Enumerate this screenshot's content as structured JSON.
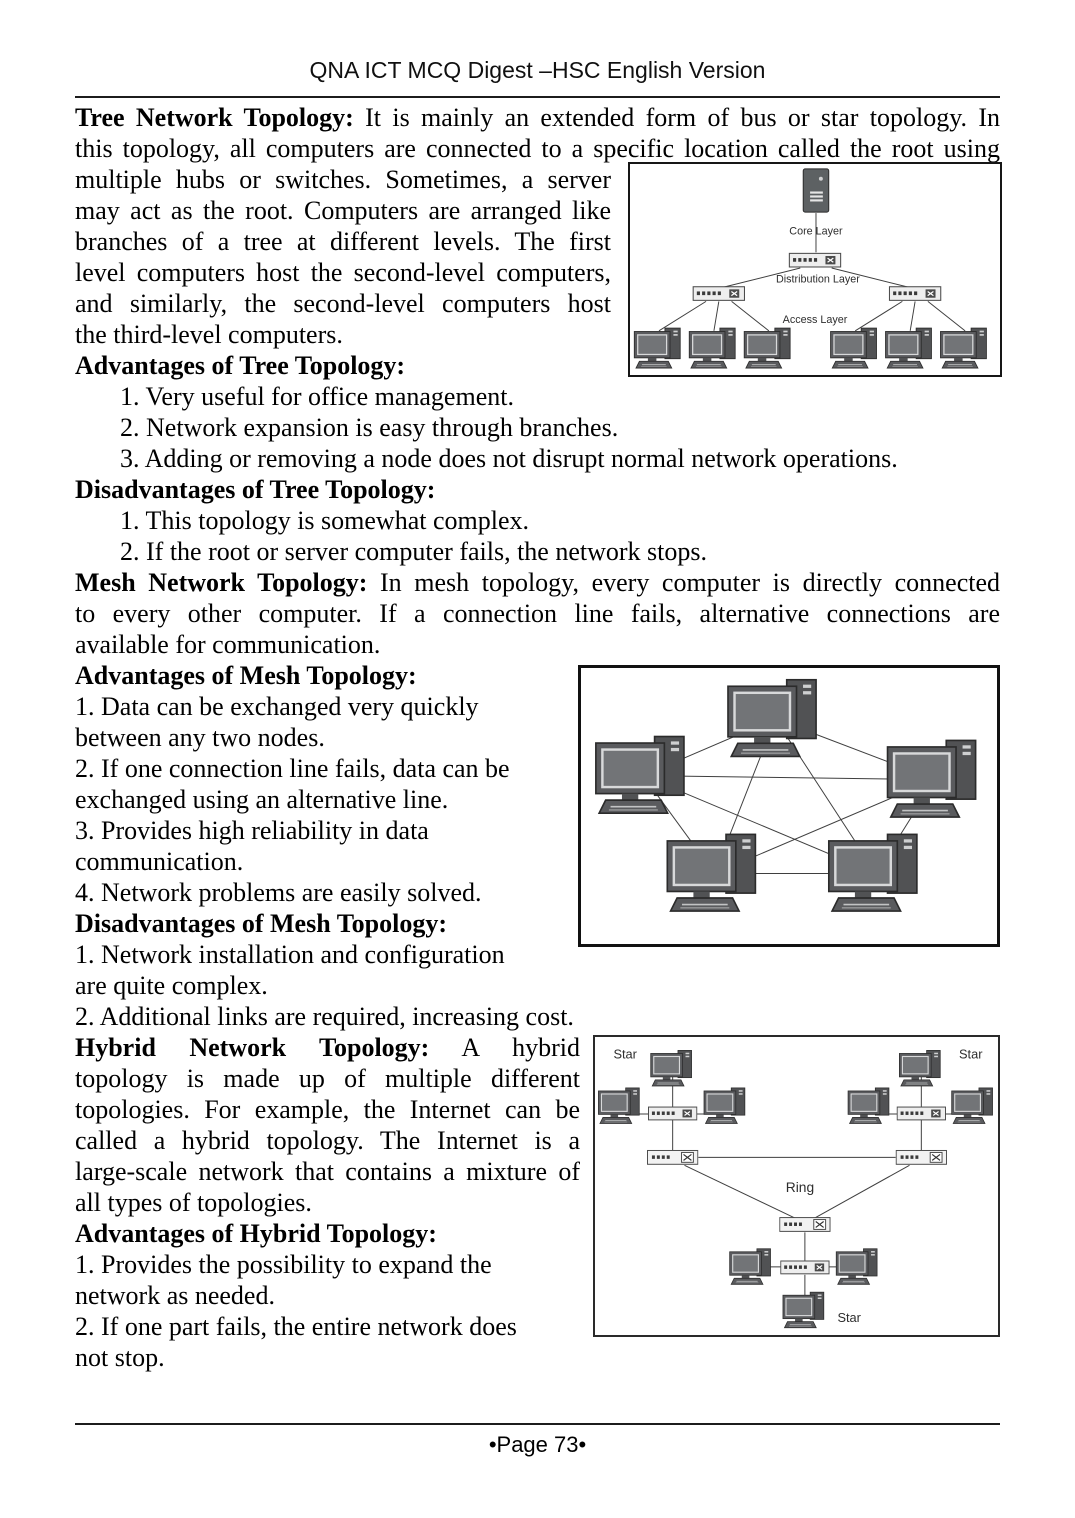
{
  "header": {
    "title": "QNA ICT MCQ Digest –HSC English Version"
  },
  "tree_section": {
    "lead_bold": "Tree Network Topology:",
    "lead_rest": " It is mainly an extended form of bus or star topology. In",
    "intro_line2": "this topology, all computers are connected to a specific location called the root using",
    "wrapped_lines": [
      "multiple hubs or switches. Sometimes, a server",
      "may act as the root. Computers are arranged like",
      "branches of a tree at different levels. The first",
      "level computers host the second-level computers,",
      "and similarly, the second-level computers host",
      "the third-level computers."
    ],
    "advantages_heading": "Advantages of Tree Topology:",
    "advantages": [
      "1. Very useful for office management.",
      "2. Network expansion is easy through branches.",
      "3. Adding or removing a node does not disrupt normal network operations."
    ],
    "disadvantages_heading": "Disadvantages of Tree Topology:",
    "disadvantages": [
      "1. This topology is somewhat complex.",
      "2. If the root or server computer fails, the network stops."
    ]
  },
  "mesh_section": {
    "lead_bold": "Mesh Network Topology:",
    "intro_lines": [
      " In mesh topology, every computer is directly connected",
      "to every other computer. If a connection line fails, alternative connections are",
      "available for communication."
    ],
    "advantages_heading": "Advantages of Mesh Topology:",
    "advantage_lines": [
      "1. Data can be exchanged very quickly",
      "between any two nodes.",
      "2. If one connection line fails, data can be",
      "exchanged using an alternative line.",
      "3. Provides high reliability in data",
      "communication.",
      "4. Network problems are easily solved."
    ],
    "disadvantages_heading": "Disadvantages of Mesh Topology:",
    "disadvantage_lines": [
      "1. Network installation and configuration",
      "are quite complex.",
      "2. Additional links are required, increasing cost."
    ]
  },
  "hybrid_section": {
    "lead_bold": "Hybrid Network Topology:",
    "para_lines": [
      " A hybrid",
      "topology is made up of multiple different",
      "topologies. For example, the Internet can be",
      "called a hybrid topology. The Internet is a",
      "large-scale network that contains a mixture of",
      "all types of topologies."
    ],
    "advantages_heading": "Advantages of Hybrid Topology:",
    "advantage_lines": [
      "1. Provides the possibility to expand the",
      "network as needed.",
      "2. If one part fails, the entire network does",
      "not stop."
    ]
  },
  "diagrams": {
    "tree": {
      "core_label": "Core Layer",
      "distribution_label": "Distribution Layer",
      "access_label": "Access Layer"
    },
    "hybrid": {
      "star_top_left": "Star",
      "star_top_right": "Star",
      "ring_label": "Ring",
      "star_bottom": "Star"
    }
  },
  "footer": {
    "page_label": "•Page 73•"
  }
}
